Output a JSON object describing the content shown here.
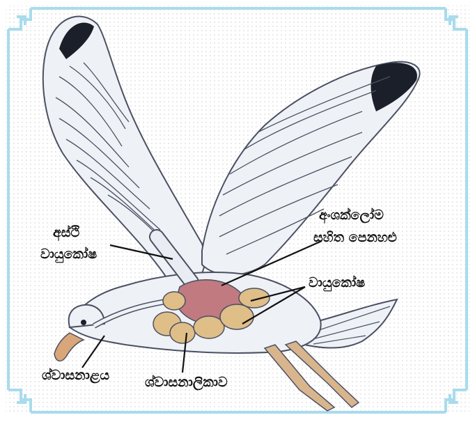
{
  "colors": {
    "frame": "#a8dcec",
    "background_dots": "#d9d9d9",
    "feather": "#eef1f6",
    "feather_line": "#4b5062",
    "wingtip": "#1a1f2a",
    "air_sac": "#dfbe88",
    "lung": "#c07a80",
    "leg": "#d8b58c",
    "beak": "#d9a67a"
  },
  "labels": {
    "bone_air_sac_line1": "අස්ථි",
    "bone_air_sac_line2": "වායුකෝෂ",
    "lung_line1": "අංශක්ලෝම",
    "lung_line2": "සහිත පෙනහළු",
    "air_sacs": "වායුකෝෂ",
    "trachea": "ශ්වාසනාළය",
    "bronchus": "ශ්වාසනාලිකාව"
  }
}
